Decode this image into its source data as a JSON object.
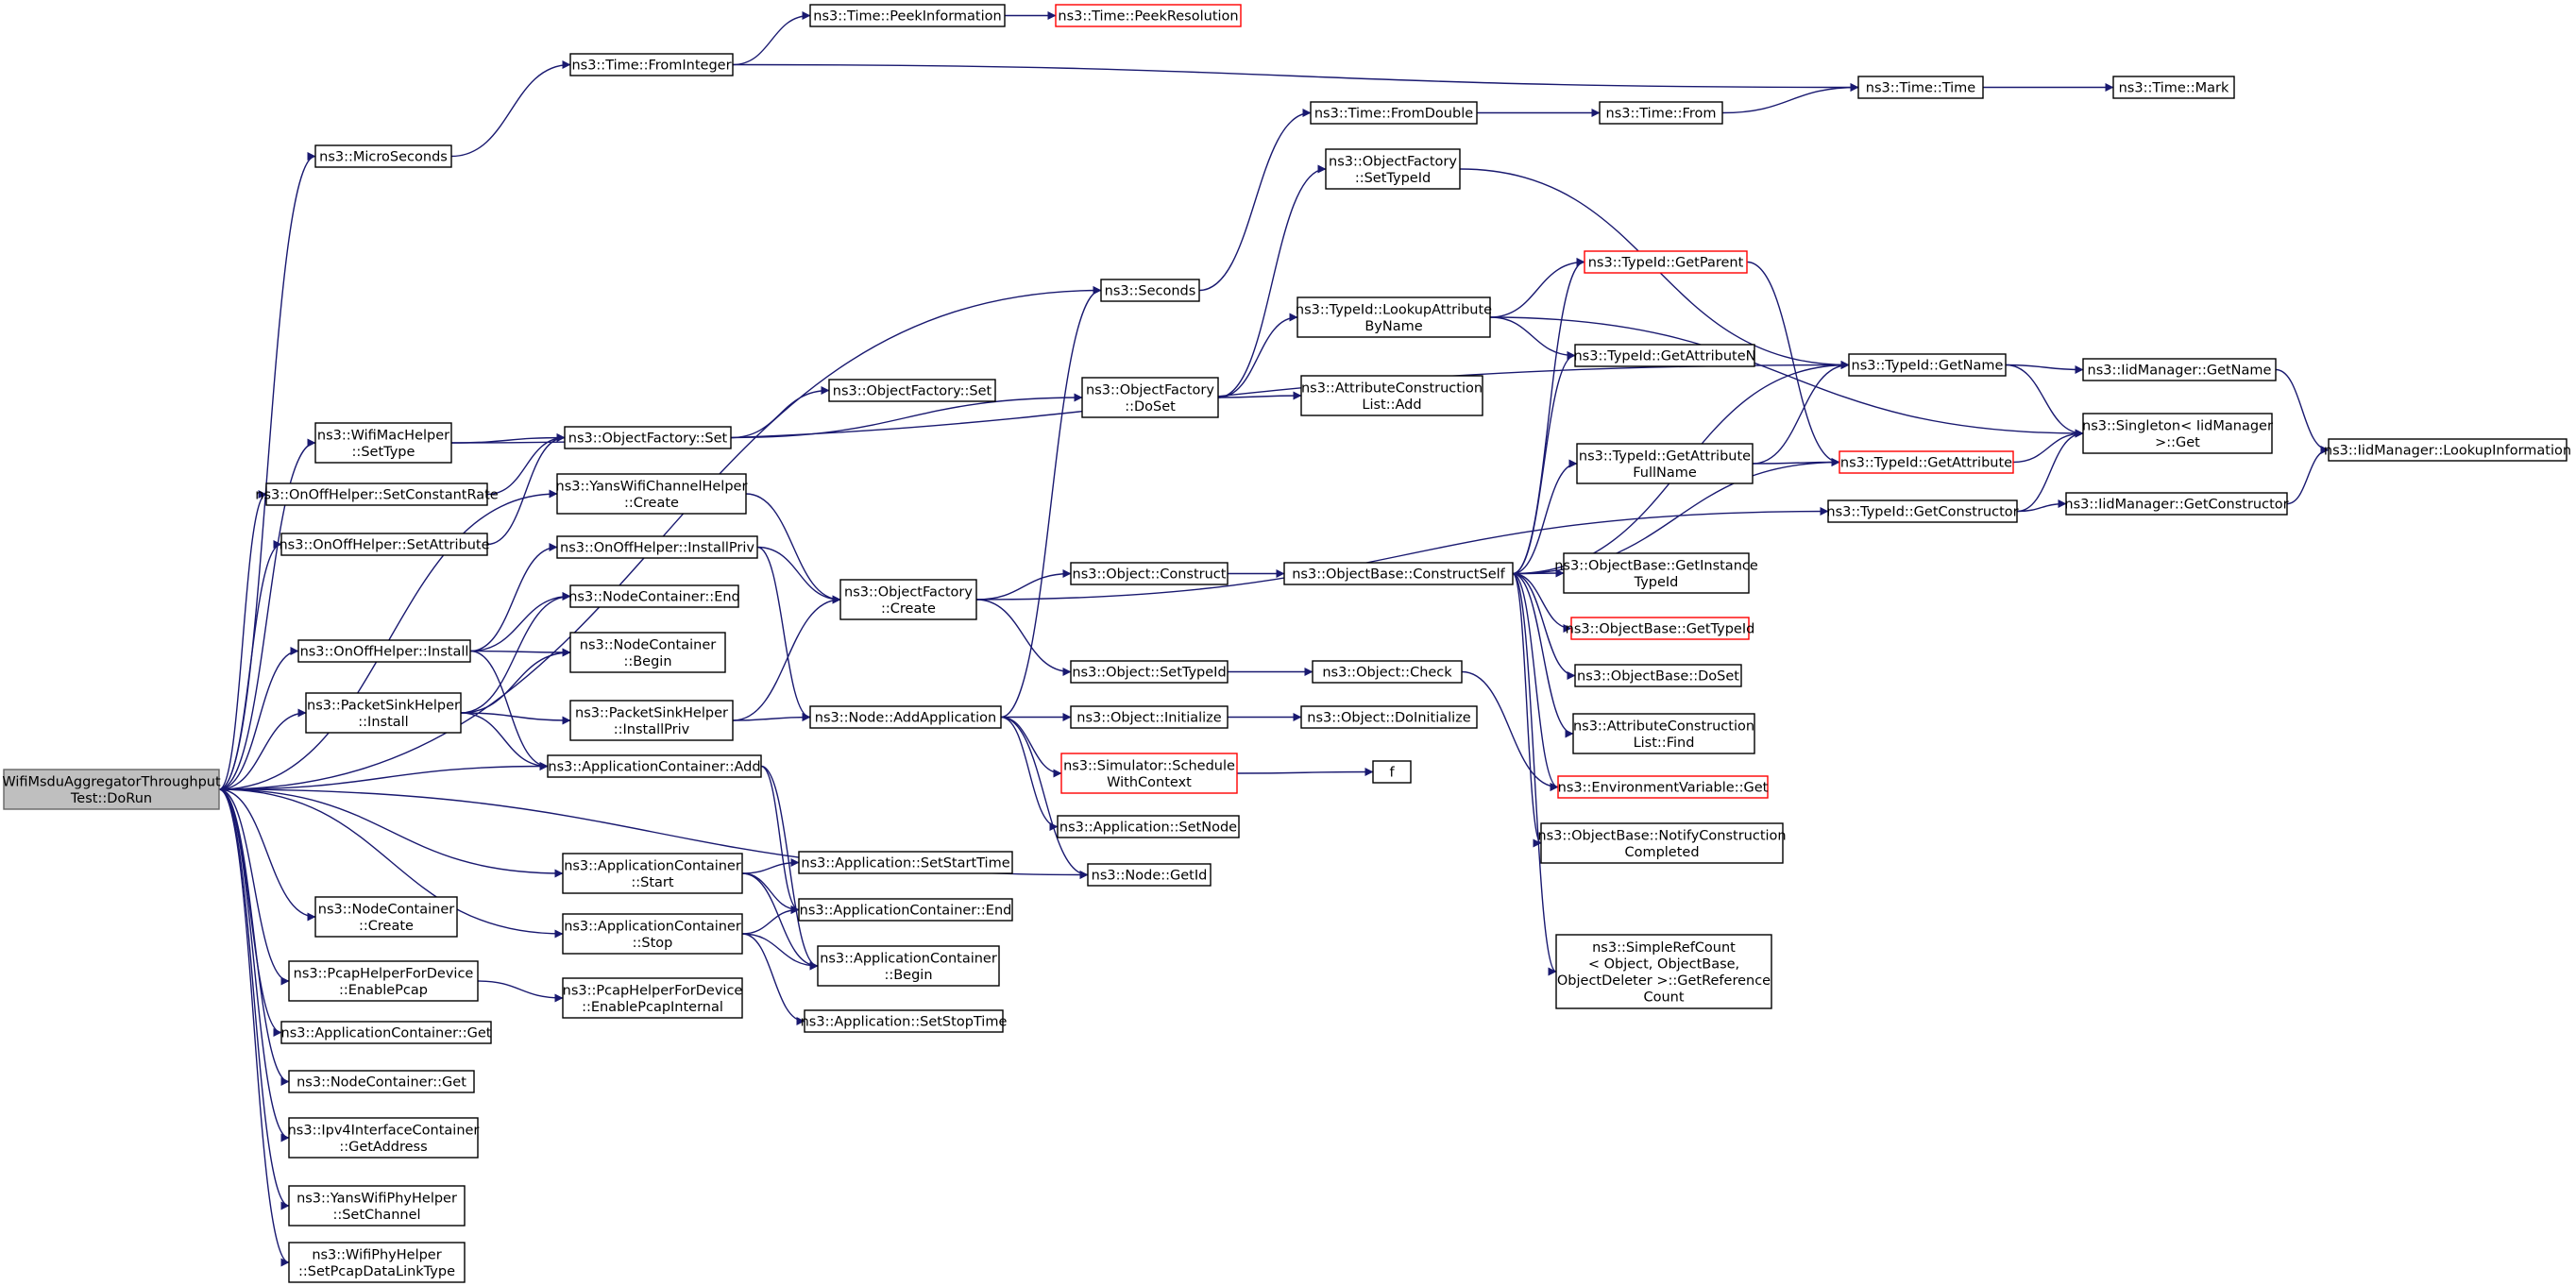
{
  "colors": {
    "edge": "#191970",
    "node_border": "#000000",
    "highlight_border": "#ff0000",
    "root_fill": "#bfbfbf"
  },
  "nodes": [
    {
      "id": "root",
      "lines": [
        "WifiMsduAggregatorThroughput",
        "Test::DoRun"
      ],
      "style": "root"
    },
    {
      "id": "microseconds",
      "lines": [
        "ns3::MicroSeconds"
      ]
    },
    {
      "id": "fromInteger",
      "lines": [
        "ns3::Time::FromInteger"
      ]
    },
    {
      "id": "peekInfo",
      "lines": [
        "ns3::Time::PeekInformation"
      ]
    },
    {
      "id": "peekRes",
      "lines": [
        "ns3::Time::PeekResolution"
      ],
      "style": "red"
    },
    {
      "id": "timeTime",
      "lines": [
        "ns3::Time::Time"
      ]
    },
    {
      "id": "timeMark",
      "lines": [
        "ns3::Time::Mark"
      ]
    },
    {
      "id": "fromDouble",
      "lines": [
        "ns3::Time::FromDouble"
      ]
    },
    {
      "id": "timeFrom",
      "lines": [
        "ns3::Time::From"
      ]
    },
    {
      "id": "ofSetTypeId",
      "lines": [
        "ns3::ObjectFactory",
        "::SetTypeId"
      ]
    },
    {
      "id": "seconds",
      "lines": [
        "ns3::Seconds"
      ]
    },
    {
      "id": "getParent",
      "lines": [
        "ns3::TypeId::GetParent"
      ],
      "style": "red"
    },
    {
      "id": "lookupAttr",
      "lines": [
        "ns3::TypeId::LookupAttribute",
        "ByName"
      ]
    },
    {
      "id": "getAttrN",
      "lines": [
        "ns3::TypeId::GetAttributeN"
      ]
    },
    {
      "id": "getName",
      "lines": [
        "ns3::TypeId::GetName"
      ]
    },
    {
      "id": "iidGetName",
      "lines": [
        "ns3::IidManager::GetName"
      ]
    },
    {
      "id": "ofDoSet",
      "lines": [
        "ns3::ObjectFactory",
        "::DoSet"
      ]
    },
    {
      "id": "acListAdd",
      "lines": [
        "ns3::AttributeConstruction",
        "List::Add"
      ]
    },
    {
      "id": "ofSet1",
      "lines": [
        "ns3::ObjectFactory::Set"
      ]
    },
    {
      "id": "ofSet2",
      "lines": [
        "ns3::ObjectFactory::Set"
      ]
    },
    {
      "id": "wifiMacSetType",
      "lines": [
        "ns3::WifiMacHelper",
        "::SetType"
      ]
    },
    {
      "id": "setConstRate",
      "lines": [
        "ns3::OnOffHelper::SetConstantRate"
      ]
    },
    {
      "id": "onoffSetAttr",
      "lines": [
        "ns3::OnOffHelper::SetAttribute"
      ]
    },
    {
      "id": "yansChanCreate",
      "lines": [
        "ns3::YansWifiChannelHelper",
        "::Create"
      ]
    },
    {
      "id": "getAttrFull",
      "lines": [
        "ns3::TypeId::GetAttribute",
        "FullName"
      ]
    },
    {
      "id": "getAttribute",
      "lines": [
        "ns3::TypeId::GetAttribute"
      ],
      "style": "red"
    },
    {
      "id": "singletonGet",
      "lines": [
        "ns3::Singleton< IidManager",
        "  >::Get"
      ]
    },
    {
      "id": "lookupInfo",
      "lines": [
        "ns3::IidManager::LookupInformation"
      ]
    },
    {
      "id": "getConstructor",
      "lines": [
        "ns3::TypeId::GetConstructor"
      ]
    },
    {
      "id": "iidGetCtor",
      "lines": [
        "ns3::IidManager::GetConstructor"
      ]
    },
    {
      "id": "onoffInstallPriv",
      "lines": [
        "ns3::OnOffHelper::InstallPriv"
      ]
    },
    {
      "id": "ofCreate",
      "lines": [
        "ns3::ObjectFactory",
        "::Create"
      ]
    },
    {
      "id": "objConstruct",
      "lines": [
        "ns3::Object::Construct"
      ]
    },
    {
      "id": "constructSelf",
      "lines": [
        "ns3::ObjectBase::ConstructSelf"
      ]
    },
    {
      "id": "getInstTypeId",
      "lines": [
        "ns3::ObjectBase::GetInstance",
        "TypeId"
      ]
    },
    {
      "id": "ncEnd",
      "lines": [
        "ns3::NodeContainer::End"
      ]
    },
    {
      "id": "onoffInstall",
      "lines": [
        "ns3::OnOffHelper::Install"
      ]
    },
    {
      "id": "ncBegin",
      "lines": [
        "ns3::NodeContainer",
        "::Begin"
      ]
    },
    {
      "id": "obGetTypeId",
      "lines": [
        "ns3::ObjectBase::GetTypeId"
      ],
      "style": "red"
    },
    {
      "id": "objSetTypeId",
      "lines": [
        "ns3::Object::SetTypeId"
      ]
    },
    {
      "id": "objCheck",
      "lines": [
        "ns3::Object::Check"
      ]
    },
    {
      "id": "obDoSet",
      "lines": [
        "ns3::ObjectBase::DoSet"
      ]
    },
    {
      "id": "psInstall",
      "lines": [
        "ns3::PacketSinkHelper",
        "::Install"
      ]
    },
    {
      "id": "psInstallPriv",
      "lines": [
        "ns3::PacketSinkHelper",
        "::InstallPriv"
      ]
    },
    {
      "id": "nodeAddApp",
      "lines": [
        "ns3::Node::AddApplication"
      ]
    },
    {
      "id": "objInit",
      "lines": [
        "ns3::Object::Initialize"
      ]
    },
    {
      "id": "objDoInit",
      "lines": [
        "ns3::Object::DoInitialize"
      ]
    },
    {
      "id": "acListFind",
      "lines": [
        "ns3::AttributeConstruction",
        "List::Find"
      ]
    },
    {
      "id": "appContAdd",
      "lines": [
        "ns3::ApplicationContainer::Add"
      ]
    },
    {
      "id": "simSchedule",
      "lines": [
        "ns3::Simulator::Schedule",
        "WithContext"
      ],
      "style": "red"
    },
    {
      "id": "fnF",
      "lines": [
        "f"
      ]
    },
    {
      "id": "envGet",
      "lines": [
        "ns3::EnvironmentVariable::Get"
      ],
      "style": "red"
    },
    {
      "id": "appSetNode",
      "lines": [
        "ns3::Application::SetNode"
      ]
    },
    {
      "id": "notifyConstr",
      "lines": [
        "ns3::ObjectBase::NotifyConstruction",
        "Completed"
      ]
    },
    {
      "id": "acStart",
      "lines": [
        "ns3::ApplicationContainer",
        "::Start"
      ]
    },
    {
      "id": "appSetStart",
      "lines": [
        "ns3::Application::SetStartTime"
      ]
    },
    {
      "id": "nodeGetId",
      "lines": [
        "ns3::Node::GetId"
      ]
    },
    {
      "id": "ncCreate",
      "lines": [
        "ns3::NodeContainer",
        "::Create"
      ]
    },
    {
      "id": "acEnd",
      "lines": [
        "ns3::ApplicationContainer::End"
      ]
    },
    {
      "id": "acStop",
      "lines": [
        "ns3::ApplicationContainer",
        "::Stop"
      ]
    },
    {
      "id": "acBegin",
      "lines": [
        "ns3::ApplicationContainer",
        "::Begin"
      ]
    },
    {
      "id": "simpleRef",
      "lines": [
        "ns3::SimpleRefCount",
        "< Object, ObjectBase,",
        "ObjectDeleter >::GetReference",
        "Count"
      ]
    },
    {
      "id": "pcapEnable",
      "lines": [
        "ns3::PcapHelperForDevice",
        "::EnablePcap"
      ]
    },
    {
      "id": "pcapInternal",
      "lines": [
        "ns3::PcapHelperForDevice",
        "::EnablePcapInternal"
      ]
    },
    {
      "id": "appSetStop",
      "lines": [
        "ns3::Application::SetStopTime"
      ]
    },
    {
      "id": "acGet",
      "lines": [
        "ns3::ApplicationContainer::Get"
      ]
    },
    {
      "id": "ncGet",
      "lines": [
        "ns3::NodeContainer::Get"
      ]
    },
    {
      "id": "ipv4GetAddr",
      "lines": [
        "ns3::Ipv4InterfaceContainer",
        "::GetAddress"
      ]
    },
    {
      "id": "yansPhySetChan",
      "lines": [
        "ns3::YansWifiPhyHelper",
        "::SetChannel"
      ]
    },
    {
      "id": "wifiPhyPcap",
      "lines": [
        "ns3::WifiPhyHelper",
        "::SetPcapDataLinkType"
      ]
    }
  ],
  "edges": [
    [
      "root",
      "microseconds"
    ],
    [
      "root",
      "seconds"
    ],
    [
      "root",
      "wifiMacSetType"
    ],
    [
      "root",
      "setConstRate"
    ],
    [
      "root",
      "onoffSetAttr"
    ],
    [
      "root",
      "yansChanCreate"
    ],
    [
      "root",
      "onoffInstall"
    ],
    [
      "root",
      "psInstall"
    ],
    [
      "root",
      "appContAdd"
    ],
    [
      "root",
      "nodeGetId"
    ],
    [
      "root",
      "acStart"
    ],
    [
      "root",
      "acStop"
    ],
    [
      "root",
      "ncCreate"
    ],
    [
      "root",
      "pcapEnable"
    ],
    [
      "root",
      "acGet"
    ],
    [
      "root",
      "ncGet"
    ],
    [
      "root",
      "ipv4GetAddr"
    ],
    [
      "root",
      "yansPhySetChan"
    ],
    [
      "root",
      "wifiPhyPcap"
    ],
    [
      "microseconds",
      "fromInteger"
    ],
    [
      "fromInteger",
      "peekInfo"
    ],
    [
      "fromInteger",
      "timeTime"
    ],
    [
      "peekInfo",
      "peekRes"
    ],
    [
      "timeTime",
      "timeMark"
    ],
    [
      "seconds",
      "fromDouble"
    ],
    [
      "fromDouble",
      "timeFrom"
    ],
    [
      "timeFrom",
      "timeTime"
    ],
    [
      "wifiMacSetType",
      "getName"
    ],
    [
      "wifiMacSetType",
      "ofSet2"
    ],
    [
      "setConstRate",
      "ofSet2"
    ],
    [
      "onoffSetAttr",
      "ofSet2"
    ],
    [
      "ofSet2",
      "ofSet1"
    ],
    [
      "ofSet2",
      "ofDoSet"
    ],
    [
      "ofDoSet",
      "ofSetTypeId"
    ],
    [
      "ofDoSet",
      "lookupAttr"
    ],
    [
      "ofDoSet",
      "acListAdd"
    ],
    [
      "ofSetTypeId",
      "getName"
    ],
    [
      "lookupAttr",
      "getParent"
    ],
    [
      "lookupAttr",
      "getAttrN"
    ],
    [
      "lookupAttr",
      "singletonGet"
    ],
    [
      "getParent",
      "getAttribute"
    ],
    [
      "getName",
      "iidGetName"
    ],
    [
      "getName",
      "singletonGet"
    ],
    [
      "iidGetName",
      "lookupInfo"
    ],
    [
      "getAttrFull",
      "getName"
    ],
    [
      "getAttrFull",
      "getAttribute"
    ],
    [
      "getAttribute",
      "singletonGet"
    ],
    [
      "getConstructor",
      "singletonGet"
    ],
    [
      "getConstructor",
      "iidGetCtor"
    ],
    [
      "iidGetCtor",
      "lookupInfo"
    ],
    [
      "yansChanCreate",
      "ofCreate"
    ],
    [
      "onoffInstall",
      "onoffInstallPriv"
    ],
    [
      "onoffInstall",
      "ncEnd"
    ],
    [
      "onoffInstall",
      "ncBegin"
    ],
    [
      "onoffInstall",
      "appContAdd"
    ],
    [
      "onoffInstallPriv",
      "ofCreate"
    ],
    [
      "onoffInstallPriv",
      "nodeAddApp"
    ],
    [
      "psInstall",
      "psInstallPriv"
    ],
    [
      "psInstall",
      "ncEnd"
    ],
    [
      "psInstall",
      "ncBegin"
    ],
    [
      "psInstall",
      "appContAdd"
    ],
    [
      "psInstallPriv",
      "ofCreate"
    ],
    [
      "psInstallPriv",
      "nodeAddApp"
    ],
    [
      "ofCreate",
      "objConstruct"
    ],
    [
      "ofCreate",
      "objSetTypeId"
    ],
    [
      "ofCreate",
      "getConstructor"
    ],
    [
      "objConstruct",
      "constructSelf"
    ],
    [
      "constructSelf",
      "getParent"
    ],
    [
      "constructSelf",
      "getAttrN"
    ],
    [
      "constructSelf",
      "getName"
    ],
    [
      "constructSelf",
      "getAttrFull"
    ],
    [
      "constructSelf",
      "getAttribute"
    ],
    [
      "constructSelf",
      "getInstTypeId"
    ],
    [
      "constructSelf",
      "obGetTypeId"
    ],
    [
      "constructSelf",
      "obDoSet"
    ],
    [
      "constructSelf",
      "acListFind"
    ],
    [
      "constructSelf",
      "envGet"
    ],
    [
      "constructSelf",
      "notifyConstr"
    ],
    [
      "constructSelf",
      "simpleRef"
    ],
    [
      "objSetTypeId",
      "objCheck"
    ],
    [
      "objCheck",
      "envGet"
    ],
    [
      "nodeAddApp",
      "seconds"
    ],
    [
      "nodeAddApp",
      "objInit"
    ],
    [
      "nodeAddApp",
      "simSchedule"
    ],
    [
      "nodeAddApp",
      "appSetNode"
    ],
    [
      "nodeAddApp",
      "nodeGetId"
    ],
    [
      "objInit",
      "objDoInit"
    ],
    [
      "simSchedule",
      "fnF"
    ],
    [
      "appContAdd",
      "acEnd"
    ],
    [
      "appContAdd",
      "acBegin"
    ],
    [
      "acStart",
      "appSetStart"
    ],
    [
      "acStart",
      "acEnd"
    ],
    [
      "acStart",
      "acBegin"
    ],
    [
      "acStop",
      "acEnd"
    ],
    [
      "acStop",
      "acBegin"
    ],
    [
      "acStop",
      "appSetStop"
    ],
    [
      "pcapEnable",
      "pcapInternal"
    ]
  ]
}
